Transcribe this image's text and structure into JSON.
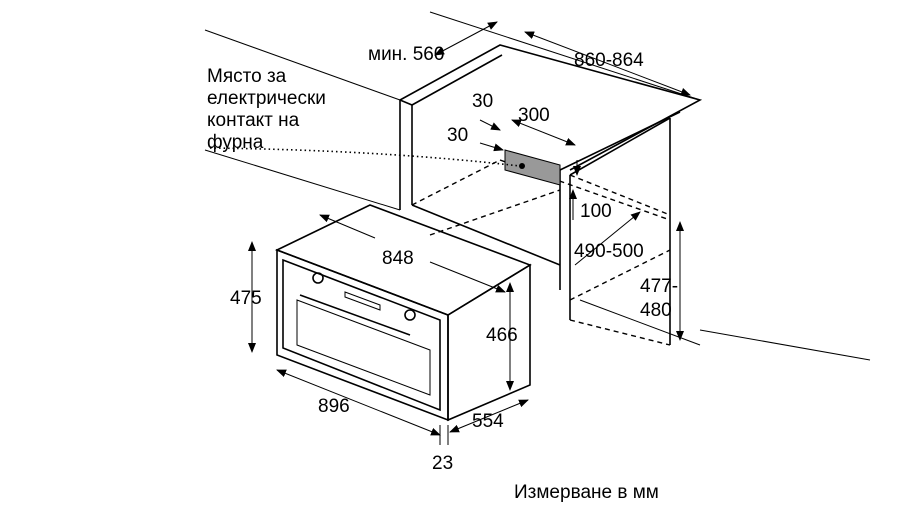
{
  "labels": {
    "min_depth": "мин. 560",
    "niche_width": "860-864",
    "socket_note": [
      "Място за",
      "електрически",
      "контакт на",
      "фурна"
    ],
    "socket_offset_top": "30",
    "socket_width": "300",
    "socket_offset_side": "30",
    "socket_height": "100",
    "oven_body_width": "848",
    "niche_depth": "490-500",
    "oven_front_height": "475",
    "oven_body_height": "466",
    "niche_height_1": "477-",
    "niche_height_2": "480",
    "oven_front_width": "896",
    "oven_depth": "554",
    "front_thickness": "23",
    "units_note": "Измерване в мм"
  }
}
